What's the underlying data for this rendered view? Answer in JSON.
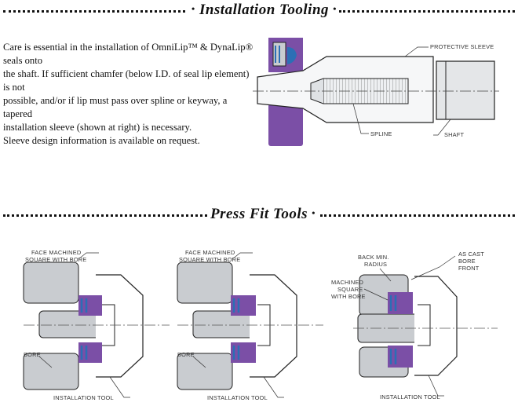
{
  "installation": {
    "title": "Installation Tooling",
    "paragraph_lines": [
      "Care is essential in the installation of OmniLip™ & DynaLip® seals onto",
      "the shaft. If sufficient chamfer (below I.D. of seal lip element) is not",
      "possible, and/or if lip must pass over spline or keyway, a tapered",
      "installation sleeve (shown at right) is necessary."
    ],
    "footnote": "Sleeve design information is available on request.",
    "diagram": {
      "protective_sleeve_label": "PROTECTIVE SLEEVE",
      "spline_label": "SPLINE",
      "shaft_label": "SHAFT"
    }
  },
  "press_fit": {
    "title": "Press Fit Tools",
    "diagram1": {
      "face_label_1": "FACE MACHINED",
      "face_label_2": "SQUARE WITH BORE",
      "bore_label": "BORE",
      "tool_label": "INSTALLATION TOOL"
    },
    "diagram2": {
      "face_label_1": "FACE MACHINED",
      "face_label_2": "SQUARE WITH BORE",
      "bore_label": "BORE",
      "tool_label": "INSTALLATION TOOL"
    },
    "diagram3": {
      "back_label_1": "BACK MIN.",
      "back_label_2": "RADIUS",
      "machined_label_1": "MACHINED",
      "machined_label_2": "SQUARE",
      "machined_label_3": "WITH BORE",
      "cast_label_1": "AS CAST",
      "cast_label_2": "BORE",
      "cast_label_3": "FRONT",
      "tool_label": "INSTALLATION TOOL"
    }
  },
  "colors": {
    "seal_purple": "#7b4fa6",
    "seal_blue": "#2b6fb5",
    "housing_gray": "#c9ccd0",
    "line_dark": "#222222"
  }
}
